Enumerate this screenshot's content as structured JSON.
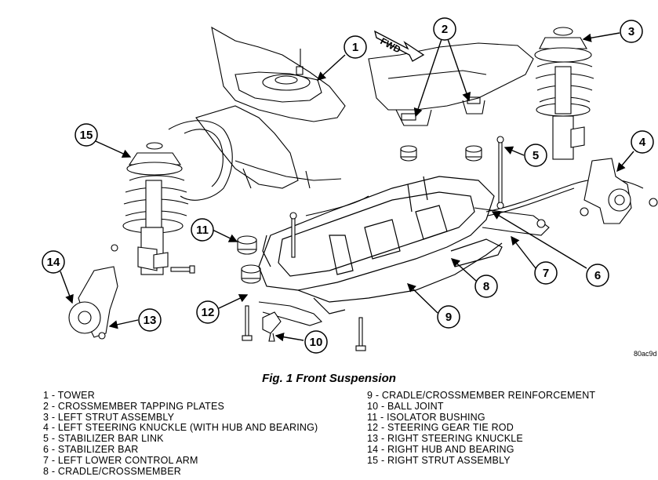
{
  "figure": {
    "caption": "Fig. 1 Front Suspension",
    "image_code": "80ac9d",
    "direction_label": "FWD"
  },
  "callouts": [
    "1",
    "2",
    "3",
    "4",
    "5",
    "6",
    "7",
    "8",
    "9",
    "10",
    "11",
    "12",
    "13",
    "14",
    "15"
  ],
  "legend": {
    "left": [
      "1 - TOWER",
      "2 - CROSSMEMBER TAPPING PLATES",
      "3 - LEFT STRUT ASSEMBLY",
      "4 - LEFT STEERING KNUCKLE (WITH HUB AND BEARING)",
      "5 - STABILIZER BAR LINK",
      "6 - STABILIZER BAR",
      "7 - LEFT LOWER CONTROL ARM",
      "8 - CRADLE/CROSSMEMBER"
    ],
    "right": [
      "9 - CRADLE/CROSSMEMBER REINFORCEMENT",
      "10 - BALL JOINT",
      "11 - ISOLATOR BUSHING",
      "12 - STEERING GEAR TIE ROD",
      "13 - RIGHT STEERING KNUCKLE",
      "14 - RIGHT HUB AND BEARING",
      "15 - RIGHT STRUT ASSEMBLY"
    ]
  }
}
